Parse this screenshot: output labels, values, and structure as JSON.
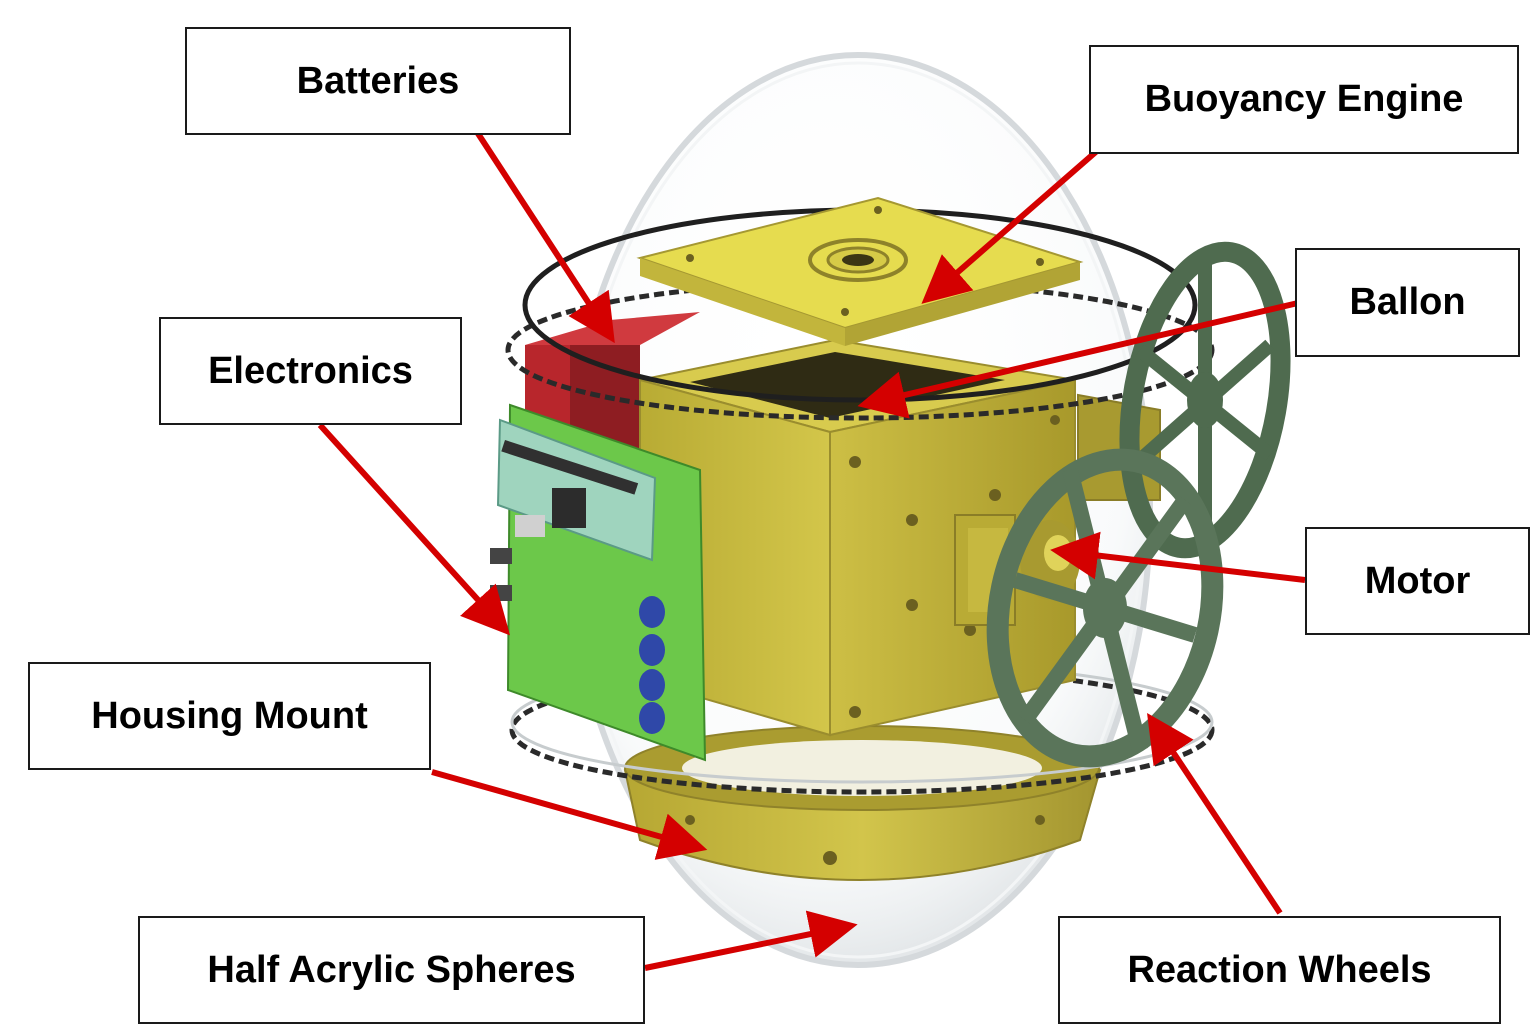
{
  "labels": {
    "batteries": "Batteries",
    "buoyancy_engine": "Buoyancy Engine",
    "electronics": "Electronics",
    "ballon": "Ballon",
    "motor": "Motor",
    "housing_mount": "Housing Mount",
    "half_acrylic_spheres": "Half Acrylic Spheres",
    "reaction_wheels": "Reaction Wheels"
  },
  "colors": {
    "arrow": "#d40000",
    "housing": "#c9bd3f",
    "buoyancy_plate": "#e6dc4f",
    "battery": "#b8262c",
    "pcb": "#6cc84a",
    "wheel": "#4f6b4f",
    "label_border": "#1a1a1a"
  }
}
